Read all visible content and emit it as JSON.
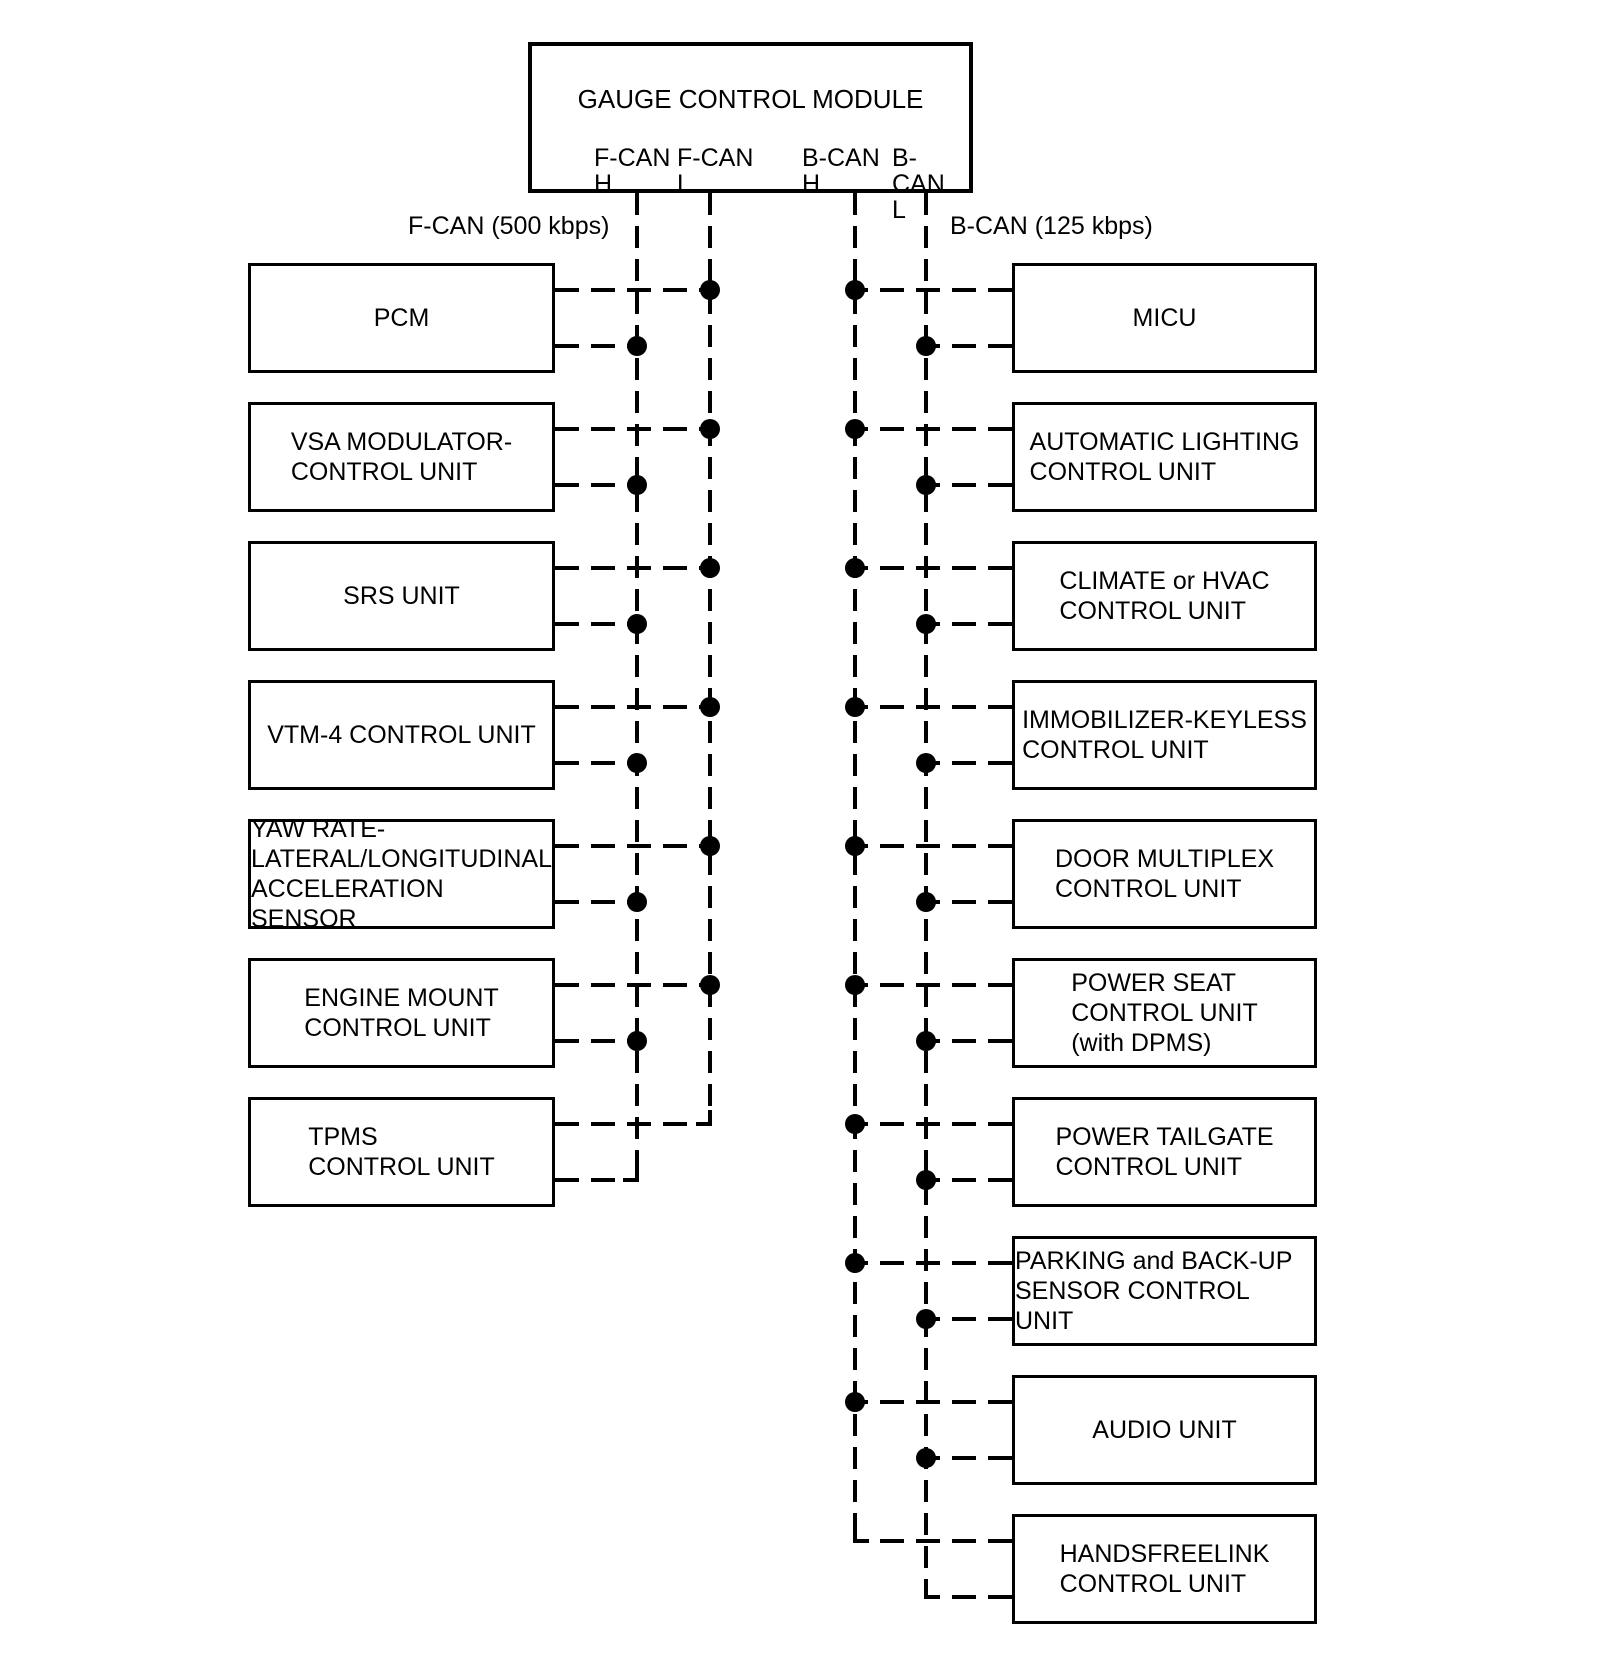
{
  "module": {
    "title": "GAUGE CONTROL MODULE",
    "pins": [
      {
        "bus": "F-CAN",
        "wire": "H"
      },
      {
        "bus": "F-CAN",
        "wire": "L"
      },
      {
        "bus": "B-CAN",
        "wire": "H"
      },
      {
        "bus": "B-CAN",
        "wire": "L"
      }
    ]
  },
  "bus_labels": {
    "f_can": "F-CAN (500 kbps)",
    "b_can": "B-CAN (125 kbps)"
  },
  "left_units": [
    {
      "label": "PCM",
      "upper": {
        "wire": "F-CAN L",
        "junction": "dot"
      },
      "lower": {
        "wire": "F-CAN H",
        "junction": "dot"
      }
    },
    {
      "label": "VSA MODULATOR-\nCONTROL UNIT",
      "upper": {
        "wire": "F-CAN L",
        "junction": "dot"
      },
      "lower": {
        "wire": "F-CAN H",
        "junction": "dot"
      }
    },
    {
      "label": "SRS UNIT",
      "upper": {
        "wire": "F-CAN L",
        "junction": "dot"
      },
      "lower": {
        "wire": "F-CAN H",
        "junction": "dot"
      }
    },
    {
      "label": "VTM-4 CONTROL UNIT",
      "upper": {
        "wire": "F-CAN L",
        "junction": "dot"
      },
      "lower": {
        "wire": "F-CAN H",
        "junction": "dot"
      }
    },
    {
      "label": "YAW RATE-\nLATERAL/LONGITUDINAL\nACCELERATION SENSOR",
      "upper": {
        "wire": "F-CAN L",
        "junction": "dot"
      },
      "lower": {
        "wire": "F-CAN H",
        "junction": "dot"
      }
    },
    {
      "label": "ENGINE MOUNT\nCONTROL UNIT",
      "upper": {
        "wire": "F-CAN L",
        "junction": "dot"
      },
      "lower": {
        "wire": "F-CAN H",
        "junction": "dot"
      }
    },
    {
      "label": "TPMS\nCONTROL UNIT",
      "upper": {
        "wire": "F-CAN L",
        "junction": "end"
      },
      "lower": {
        "wire": "F-CAN H",
        "junction": "end"
      }
    }
  ],
  "right_units": [
    {
      "label": "MICU",
      "upper": {
        "wire": "B-CAN H",
        "junction": "dot"
      },
      "lower": {
        "wire": "B-CAN L",
        "junction": "dot"
      }
    },
    {
      "label": "AUTOMATIC LIGHTING\nCONTROL UNIT",
      "upper": {
        "wire": "B-CAN H",
        "junction": "dot"
      },
      "lower": {
        "wire": "B-CAN L",
        "junction": "dot"
      }
    },
    {
      "label": "CLIMATE or HVAC\nCONTROL UNIT",
      "upper": {
        "wire": "B-CAN H",
        "junction": "dot"
      },
      "lower": {
        "wire": "B-CAN L",
        "junction": "dot"
      }
    },
    {
      "label": "IMMOBILIZER-KEYLESS\nCONTROL UNIT",
      "upper": {
        "wire": "B-CAN H",
        "junction": "dot"
      },
      "lower": {
        "wire": "B-CAN L",
        "junction": "dot"
      }
    },
    {
      "label": "DOOR MULTIPLEX\nCONTROL UNIT",
      "upper": {
        "wire": "B-CAN H",
        "junction": "dot"
      },
      "lower": {
        "wire": "B-CAN L",
        "junction": "dot"
      }
    },
    {
      "label": "POWER SEAT\nCONTROL UNIT\n(with DPMS)",
      "upper": {
        "wire": "B-CAN H",
        "junction": "dot"
      },
      "lower": {
        "wire": "B-CAN L",
        "junction": "dot"
      }
    },
    {
      "label": "POWER TAILGATE\nCONTROL UNIT",
      "upper": {
        "wire": "B-CAN H",
        "junction": "dot"
      },
      "lower": {
        "wire": "B-CAN L",
        "junction": "dot"
      }
    },
    {
      "label": "PARKING and BACK-UP\nSENSOR CONTROL UNIT",
      "upper": {
        "wire": "B-CAN H",
        "junction": "dot"
      },
      "lower": {
        "wire": "B-CAN L",
        "junction": "dot"
      }
    },
    {
      "label": "AUDIO UNIT",
      "upper": {
        "wire": "B-CAN H",
        "junction": "dot"
      },
      "lower": {
        "wire": "B-CAN L",
        "junction": "dot"
      }
    },
    {
      "label": "HANDSFREELINK\nCONTROL UNIT",
      "upper": {
        "wire": "B-CAN H",
        "junction": "end"
      },
      "lower": {
        "wire": "B-CAN L",
        "junction": "end"
      }
    }
  ],
  "colors": {
    "line": "#000000",
    "background": "#ffffff"
  }
}
